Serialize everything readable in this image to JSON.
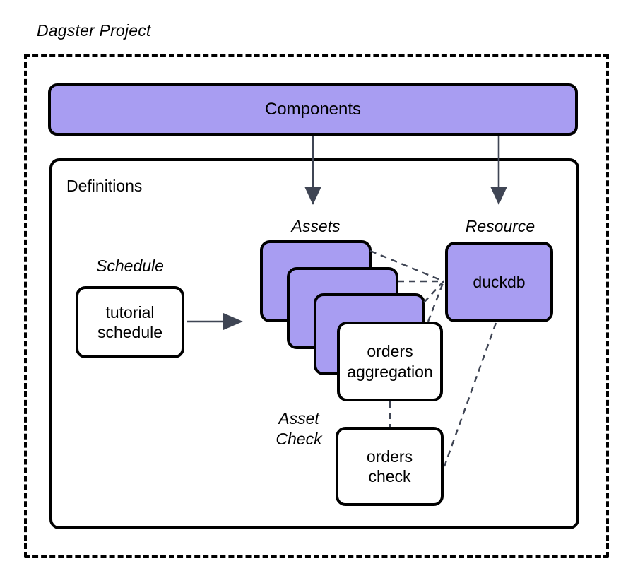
{
  "diagram": {
    "title": "Dagster Project",
    "frame_style": "dashed",
    "colors": {
      "purple_fill": "#a89df2",
      "box_border": "#000000",
      "arrow": "#3f4554",
      "background": "#ffffff"
    }
  },
  "components": {
    "label": "Components"
  },
  "definitions": {
    "label": "Definitions"
  },
  "captions": {
    "assets": "Assets",
    "resource": "Resource",
    "schedule": "Schedule",
    "asset_check_line1": "Asset",
    "asset_check_line2": "Check"
  },
  "nodes": {
    "tutorial_schedule": {
      "line1": "tutorial",
      "line2": "schedule",
      "fill": "white"
    },
    "asset_card_1": {
      "label": "",
      "fill": "purple"
    },
    "asset_card_2": {
      "label": "",
      "fill": "purple"
    },
    "asset_card_3": {
      "label": "",
      "fill": "purple"
    },
    "orders_aggregation": {
      "line1": "orders",
      "line2": "aggregation",
      "fill": "white"
    },
    "orders_check": {
      "line1": "orders",
      "line2": "check",
      "fill": "white"
    },
    "duckdb": {
      "label": "duckdb",
      "fill": "purple"
    }
  },
  "edges": [
    {
      "name": "components-to-assets",
      "from": "components",
      "to": "assets",
      "style": "solid-arrow"
    },
    {
      "name": "components-to-resource",
      "from": "components",
      "to": "duckdb",
      "style": "solid-arrow"
    },
    {
      "name": "schedule-to-assets",
      "from": "tutorial_schedule",
      "to": "assets",
      "style": "solid-arrow"
    },
    {
      "name": "asset1-to-duckdb",
      "from": "asset_card_1",
      "to": "duckdb",
      "style": "dashed"
    },
    {
      "name": "asset2-to-duckdb",
      "from": "asset_card_2",
      "to": "duckdb",
      "style": "dashed"
    },
    {
      "name": "asset3-to-duckdb",
      "from": "asset_card_3",
      "to": "duckdb",
      "style": "dashed"
    },
    {
      "name": "orders-aggregation-to-duckdb",
      "from": "orders_aggregation",
      "to": "duckdb",
      "style": "dashed"
    },
    {
      "name": "orders-aggregation-to-orders-check",
      "from": "orders_aggregation",
      "to": "orders_check",
      "style": "dashed"
    },
    {
      "name": "duckdb-to-orders-check",
      "from": "duckdb",
      "to": "orders_check",
      "style": "dashed"
    }
  ]
}
